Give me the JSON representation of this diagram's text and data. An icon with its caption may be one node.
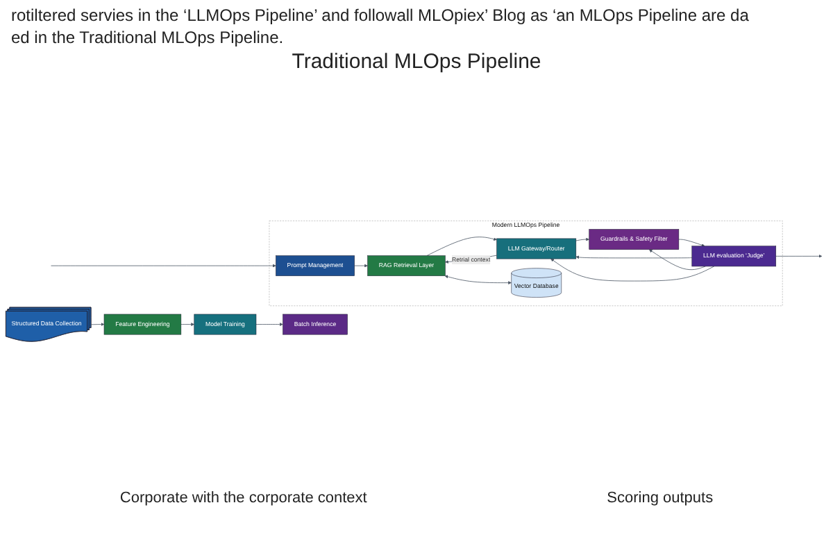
{
  "diagram": {
    "nodes": [
      {
        "text": [
          "Structured Data Collection"
        ]
      },
      {
        "text": [
          "Feature Engineering"
        ]
      },
      {
        "text": [
          "Model Training"
        ]
      },
      {
        "text": [
          "Batch Inference"
        ]
      },
      {
        "text": [
          "Modern LLMOps Pipeline"
        ]
      },
      {
        "text": [
          "Prompt Management"
        ],
        "in": 4
      },
      {
        "text": [
          "RAG Retrieval Layer"
        ],
        "in": 4
      },
      {
        "text": [
          "LLM Gateway/Router"
        ],
        "in": 4
      },
      {
        "text": [
          "Guardrails & Safety Filter"
        ],
        "in": 4
      },
      {
        "text": [
          "LLM evaluation ‘Judge’"
        ],
        "in": 4
      },
      {
        "text": [
          "Vector Database"
        ],
        "in": 4
      }
    ],
    "edges": [
      {
        "from": 0,
        "to": 1,
        "arrow": "to"
      },
      {
        "from": 1,
        "to": 2,
        "arrow": "to"
      },
      {
        "from": 2,
        "to": 3,
        "arrow": "to"
      },
      {
        "from": null,
        "to": 5,
        "arrow": "to"
      },
      {
        "from": 5,
        "to": 6,
        "arrow": "to"
      },
      {
        "from": 6,
        "to": 7,
        "arrow": "to"
      },
      {
        "from": 7,
        "to": 6,
        "arrow": "to",
        "label": "Retrial context"
      },
      {
        "from": 6,
        "to": 10,
        "arrow": "both"
      },
      {
        "from": 7,
        "to": 8,
        "arrow": "to"
      },
      {
        "from": 8,
        "to": 9,
        "arrow": "to"
      },
      {
        "from": 9,
        "to": null,
        "arrow": "to"
      },
      {
        "from": 9,
        "to": 7,
        "arrow": "to"
      },
      {
        "from": 9,
        "to": 8,
        "arrow": "to"
      },
      {
        "from": 9,
        "to": 7,
        "arrow": "to"
      }
    ],
    "labels": [
      "rotiltered servies in the ‘LLMOps Pipeline’ and followall MLOpiex’ Blog as ‘an MLOps Pipeline are da",
      "ed in the Traditional MLOps Pipeline.",
      "Traditional MLOps Pipeline",
      "Corporate with the corporate context",
      "Scoring outputs"
    ]
  }
}
